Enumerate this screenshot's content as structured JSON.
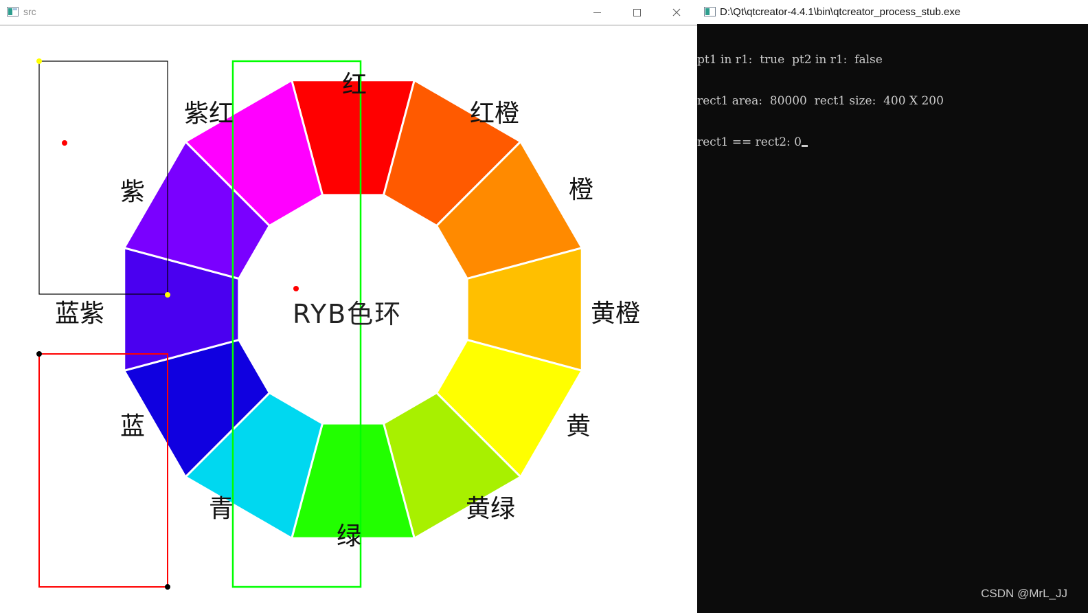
{
  "left_window": {
    "title": "src",
    "buttons": {
      "minimize": "minimize",
      "maximize": "maximize",
      "close": "close"
    }
  },
  "wheel": {
    "center": "RYB色环",
    "labels": {
      "red": "红",
      "red_orange": "红橙",
      "orange": "橙",
      "yellow_orange": "黄橙",
      "yellow": "黄",
      "yellow_green": "黄绿",
      "green": "绿",
      "cyan": "青",
      "blue": "蓝",
      "blue_violet": "蓝紫",
      "violet": "紫",
      "magenta": "紫红"
    },
    "segment_colors": [
      "#ff0000",
      "#ff5a00",
      "#ff8a00",
      "#ffbf00",
      "#ffff00",
      "#a8f000",
      "#22ff00",
      "#00d8f0",
      "#1000e0",
      "#4a00f0",
      "#7a00ff",
      "#ff00ff"
    ]
  },
  "overlay_colors": {
    "rect1": "#000000",
    "rect2": "#ff0000",
    "rect3": "#00ff00",
    "points": "#ff0000",
    "rect1_corners": "#ffff00",
    "rect2_corners": "#000000"
  },
  "console_window": {
    "title": "D:\\Qt\\qtcreator-4.4.1\\bin\\qtcreator_process_stub.exe",
    "lines": [
      "pt1 in r1:  true  pt2 in r1:  false",
      "rect1 area:  80000  rect1 size:  400 X 200",
      "rect1 == rect2: 0"
    ]
  },
  "watermark": "CSDN @MrL_JJ"
}
